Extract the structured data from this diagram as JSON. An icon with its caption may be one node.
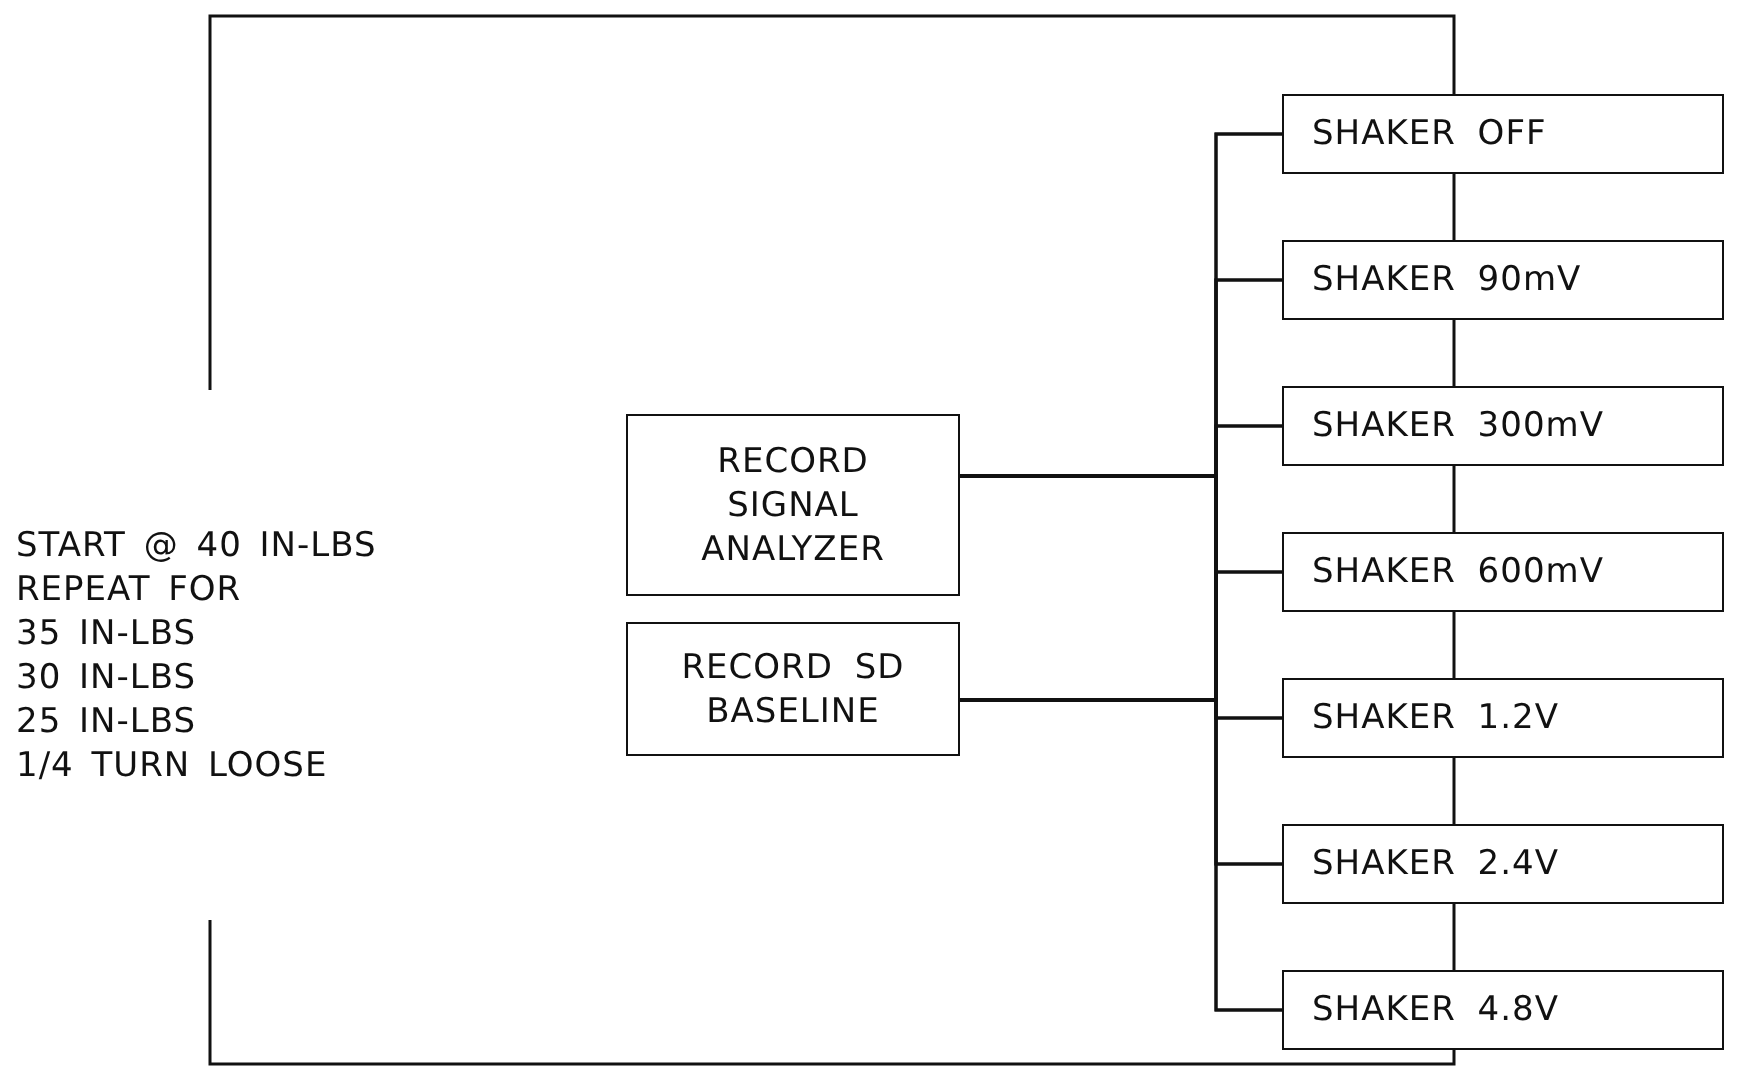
{
  "diagram": {
    "nodes": [
      {
        "text": [
          "START @ 40 IN-LBS",
          "REPEAT FOR",
          "35 IN-LBS",
          "30 IN-LBS",
          "25 IN-LBS",
          "1/4 TURN LOOSE"
        ]
      },
      {
        "text": [
          "RECORD SIGNAL ANALYZER"
        ]
      },
      {
        "text": [
          "RECORD SD BASELINE"
        ]
      },
      {
        "text": [
          "SHAKER OFF"
        ]
      },
      {
        "text": [
          "SHAKER 90mV"
        ]
      },
      {
        "text": [
          "SHAKER 300mV"
        ]
      },
      {
        "text": [
          "SHAKER 600mV"
        ]
      },
      {
        "text": [
          "SHAKER 1.2V"
        ]
      },
      {
        "text": [
          "SHAKER 2.4V"
        ]
      },
      {
        "text": [
          "SHAKER 4.8V"
        ]
      }
    ],
    "edges": [
      {
        "from": 0,
        "to": 3,
        "arrow": "none"
      },
      {
        "from": 1,
        "to": 3,
        "arrow": "none"
      },
      {
        "from": 1,
        "to": 4,
        "arrow": "none"
      },
      {
        "from": 1,
        "to": 5,
        "arrow": "none"
      },
      {
        "from": 1,
        "to": 6,
        "arrow": "none"
      },
      {
        "from": 1,
        "to": 7,
        "arrow": "none"
      },
      {
        "from": 1,
        "to": 8,
        "arrow": "none"
      },
      {
        "from": 1,
        "to": 9,
        "arrow": "none"
      },
      {
        "from": 2,
        "to": 3,
        "arrow": "none"
      },
      {
        "from": 2,
        "to": 4,
        "arrow": "none"
      },
      {
        "from": 2,
        "to": 5,
        "arrow": "none"
      },
      {
        "from": 2,
        "to": 6,
        "arrow": "none"
      },
      {
        "from": 2,
        "to": 7,
        "arrow": "none"
      },
      {
        "from": 2,
        "to": 8,
        "arrow": "none"
      },
      {
        "from": 2,
        "to": 9,
        "arrow": "none"
      },
      {
        "from": 3,
        "to": 4,
        "arrow": "none"
      },
      {
        "from": 4,
        "to": 5,
        "arrow": "none"
      },
      {
        "from": 5,
        "to": 6,
        "arrow": "none"
      },
      {
        "from": 6,
        "to": 7,
        "arrow": "none"
      },
      {
        "from": 7,
        "to": 8,
        "arrow": "none"
      },
      {
        "from": 8,
        "to": 9,
        "arrow": "none"
      },
      {
        "from": 9,
        "to": 0,
        "arrow": "none"
      }
    ]
  }
}
